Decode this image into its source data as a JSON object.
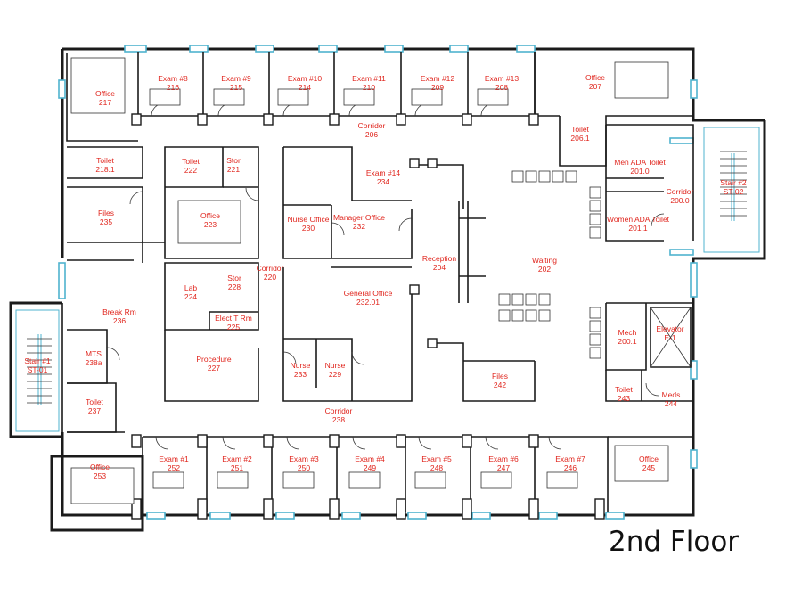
{
  "floor_label": "2nd Floor",
  "rooms": {
    "office_217": {
      "name": "Office",
      "number": "217"
    },
    "exam_216": {
      "name": "Exam #8",
      "number": "216"
    },
    "exam_215": {
      "name": "Exam #9",
      "number": "215"
    },
    "exam_214": {
      "name": "Exam #10",
      "number": "214"
    },
    "exam_210": {
      "name": "Exam #11",
      "number": "210"
    },
    "exam_209": {
      "name": "Exam #12",
      "number": "209"
    },
    "exam_208": {
      "name": "Exam #13",
      "number": "208"
    },
    "office_207": {
      "name": "Office",
      "number": "207"
    },
    "corridor_206": {
      "name": "Corridor",
      "number": "206"
    },
    "toilet_2061": {
      "name": "Toilet",
      "number": "206.1"
    },
    "toilet_2181": {
      "name": "Toilet",
      "number": "218.1"
    },
    "toilet_222": {
      "name": "Toilet",
      "number": "222"
    },
    "stor_221": {
      "name": "Stor",
      "number": "221"
    },
    "exam_234": {
      "name": "Exam #14",
      "number": "234"
    },
    "men_ada_2010": {
      "name": "Men ADA Toilet",
      "number": "201.0"
    },
    "corridor_2000": {
      "name": "Corridor",
      "number": "200.0"
    },
    "women_ada_2011": {
      "name": "Women ADA Toilet",
      "number": "201.1"
    },
    "stair_st02": {
      "name": "Stair #2",
      "number": "ST-02"
    },
    "files_235": {
      "name": "Files",
      "number": "235"
    },
    "office_223": {
      "name": "Office",
      "number": "223"
    },
    "nurse_office_230": {
      "name": "Nurse Office",
      "number": "230"
    },
    "manager_office_232": {
      "name": "Manager Office",
      "number": "232"
    },
    "reception_204": {
      "name": "Reception",
      "number": "204"
    },
    "waiting_202": {
      "name": "Waiting",
      "number": "202"
    },
    "corridor_220": {
      "name": "Corridor",
      "number": "220"
    },
    "stor_228": {
      "name": "Stor",
      "number": "228"
    },
    "lab_224": {
      "name": "Lab",
      "number": "224"
    },
    "general_office_23201": {
      "name": "General Office",
      "number": "232.01"
    },
    "break_rm_236": {
      "name": "Break Rm",
      "number": "236"
    },
    "elect_225": {
      "name": "Elect T Rm",
      "number": "225"
    },
    "mech_2001": {
      "name": "Mech",
      "number": "200.1"
    },
    "elevator_e1": {
      "name": "Elevator",
      "number": "E-1"
    },
    "stair_st01": {
      "name": "Stair #1",
      "number": "ST-01"
    },
    "mts_238a": {
      "name": "MTS",
      "number": "238a"
    },
    "procedure_227": {
      "name": "Procedure",
      "number": "227"
    },
    "nurse_233": {
      "name": "Nurse",
      "number": "233"
    },
    "nurse_229": {
      "name": "Nurse",
      "number": "229"
    },
    "files_242": {
      "name": "Files",
      "number": "242"
    },
    "toilet_243": {
      "name": "Toilet",
      "number": "243"
    },
    "meds_244": {
      "name": "Meds",
      "number": "244"
    },
    "toilet_237": {
      "name": "Toilet",
      "number": "237"
    },
    "corridor_238": {
      "name": "Corridor",
      "number": "238"
    },
    "office_253": {
      "name": "Office",
      "number": "253"
    },
    "exam_252": {
      "name": "Exam #1",
      "number": "252"
    },
    "exam_251": {
      "name": "Exam #2",
      "number": "251"
    },
    "exam_250": {
      "name": "Exam #3",
      "number": "250"
    },
    "exam_249": {
      "name": "Exam #4",
      "number": "249"
    },
    "exam_248": {
      "name": "Exam #5",
      "number": "248"
    },
    "exam_247": {
      "name": "Exam #6",
      "number": "247"
    },
    "exam_246": {
      "name": "Exam #7",
      "number": "246"
    },
    "office_245": {
      "name": "Office",
      "number": "245"
    }
  },
  "colors": {
    "room_label": "#e0261e",
    "wall": "#1b1b1b",
    "window": "#4fb3cf",
    "background": "#ffffff"
  }
}
